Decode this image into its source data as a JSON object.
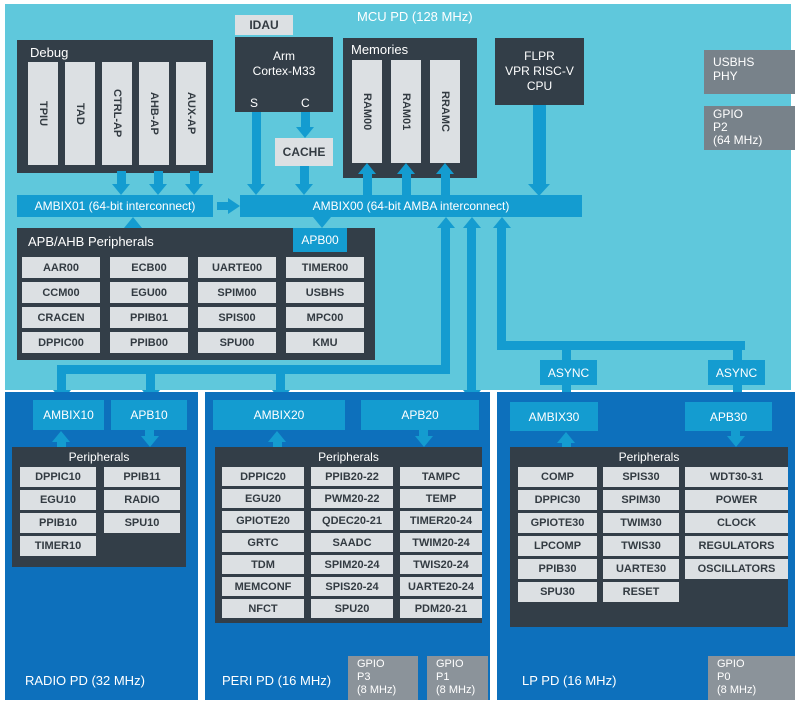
{
  "title": "MCU PD (128 MHz)",
  "colors": {
    "cyan_background": "#5fc8dc",
    "bus_blue": "#149cd0",
    "dark_slate": "#333e48",
    "cell_gray": "#dce0e3",
    "pd_blue": "#0d70bc",
    "gray_dark": "#78828a",
    "gray_light": "#8b939a"
  },
  "mcu": {
    "idau": "IDAU",
    "debug": {
      "label": "Debug",
      "cells": [
        "TPIU",
        "TAD",
        "CTRL-AP",
        "AHB-AP",
        "AUX-AP"
      ]
    },
    "cortex": {
      "line1": "Arm",
      "line2": "Cortex-M33",
      "s": "S",
      "c": "C"
    },
    "cache": "CACHE",
    "memories": {
      "label": "Memories",
      "cells": [
        "RAM00",
        "RAM01",
        "RRAMC"
      ]
    },
    "flpr": [
      "FLPR",
      "VPR RISC-V",
      "CPU"
    ],
    "ambix01": "AMBIX01 (64-bit interconnect)",
    "ambix00": "AMBIX00 (64-bit AMBA interconnect)",
    "apb_ahb": {
      "label": "APB/AHB Peripherals",
      "apb00": "APB00",
      "cells": [
        "AAR00",
        "ECB00",
        "UARTE00",
        "TIMER00",
        "CCM00",
        "EGU00",
        "SPIM00",
        "USBHS",
        "CRACEN",
        "PPIB01",
        "SPIS00",
        "MPC00",
        "DPPIC00",
        "PPIB00",
        "SPU00",
        "KMU"
      ]
    },
    "async1": "ASYNC",
    "async2": "ASYNC"
  },
  "side": {
    "usbhs_phy": [
      "USBHS",
      "PHY"
    ],
    "gpio_p2": [
      "GPIO",
      "P2",
      "(64 MHz)"
    ]
  },
  "radio_pd": {
    "label": "RADIO PD (32 MHz)",
    "ambix": "AMBIX10",
    "apb": "APB10",
    "peripherals": {
      "label": "Peripherals",
      "cells": [
        "DPPIC10",
        "PPIB11",
        "EGU10",
        "RADIO",
        "PPIB10",
        "SPU10",
        "TIMER10"
      ]
    }
  },
  "peri_pd": {
    "label": "PERI PD (16 MHz)",
    "ambix": "AMBIX20",
    "apb": "APB20",
    "peripherals": {
      "label": "Peripherals",
      "cells": [
        "DPPIC20",
        "PPIB20-22",
        "TAMPC",
        "EGU20",
        "PWM20-22",
        "TEMP",
        "GPIOTE20",
        "QDEC20-21",
        "TIMER20-24",
        "GRTC",
        "SAADC",
        "TWIM20-24",
        "TDM",
        "SPIM20-24",
        "TWIS20-24",
        "MEMCONF",
        "SPIS20-24",
        "UARTE20-24",
        "NFCT",
        "SPU20",
        "PDM20-21"
      ]
    },
    "gpio_p3": [
      "GPIO",
      "P3",
      "(8 MHz)"
    ],
    "gpio_p1": [
      "GPIO",
      "P1",
      "(8 MHz)"
    ]
  },
  "lp_pd": {
    "label": "LP PD (16 MHz)",
    "ambix": "AMBIX30",
    "apb": "APB30",
    "peripherals": {
      "label": "Peripherals",
      "cells": [
        "COMP",
        "SPIS30",
        "WDT30-31",
        "DPPIC30",
        "SPIM30",
        "POWER",
        "GPIOTE30",
        "TWIM30",
        "CLOCK",
        "LPCOMP",
        "TWIS30",
        "REGULATORS",
        "PPIB30",
        "UARTE30",
        "OSCILLATORS",
        "SPU30",
        "RESET"
      ]
    },
    "gpio_p0": [
      "GPIO",
      "P0",
      "(8 MHz)"
    ]
  }
}
